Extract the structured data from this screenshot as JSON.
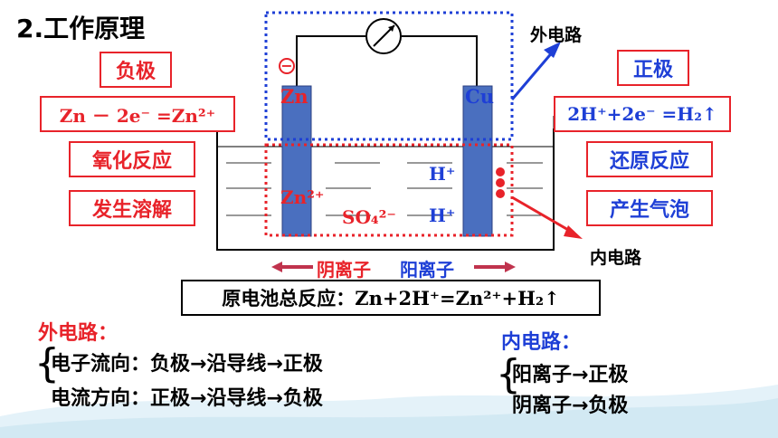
{
  "title": "2.工作原理",
  "left": {
    "negative": "负极",
    "equation": "Zn － 2e⁻ =Zn²⁺",
    "oxidation": "氧化反应",
    "dissolve": "发生溶解"
  },
  "right": {
    "positive": "正极",
    "equation": "2H⁺+2e⁻ =H₂↑",
    "reduction": "还原反应",
    "bubbles": "产生气泡"
  },
  "cell": {
    "minus_sign": "−",
    "zn_electrode": "Zn",
    "cu_electrode": "Cu",
    "zn_ion": "Zn²⁺",
    "so4_ion": "SO₄²⁻",
    "h_ion_1": "H⁺",
    "h_ion_2": "H⁺",
    "external_label": "外电路",
    "internal_label": "内电路"
  },
  "ion_flow": {
    "anion": "阴离子",
    "cation": "阳离子"
  },
  "total": {
    "prefix": "原电池总反应：",
    "equation": "Zn+2H⁺=Zn²⁺+H₂↑"
  },
  "external_circuit": {
    "heading": "外电路：",
    "electron_flow": "电子流向：负极→沿导线→正极",
    "current_flow": "电流方向：正极→沿导线→负极"
  },
  "internal_circuit": {
    "heading": "内电路：",
    "cation_flow": "阳离子→正极",
    "anion_flow": "阴离子→负极"
  },
  "colors": {
    "accent_red": "#e8232a",
    "accent_blue": "#1e3fd6",
    "electrode": "#4a6fbf"
  }
}
